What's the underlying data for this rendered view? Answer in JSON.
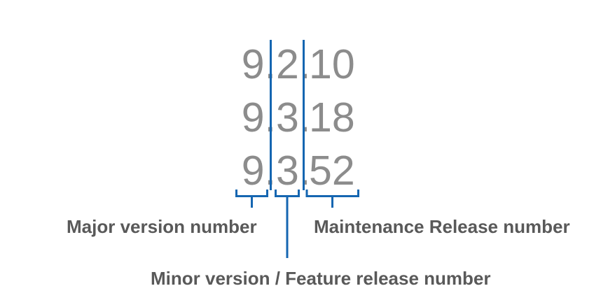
{
  "diagram": {
    "versions": [
      {
        "major": "9",
        "minor": "2",
        "maintenance": "10"
      },
      {
        "major": "9",
        "minor": "3",
        "maintenance": "18"
      },
      {
        "major": "9",
        "minor": "3",
        "maintenance": "52"
      }
    ],
    "separator": ".",
    "labels": {
      "major": "Major version number",
      "minor": "Minor version / Feature release number",
      "maintenance": "Maintenance Release number"
    },
    "colors": {
      "numbers": "#8C8C8C",
      "labels": "#595959",
      "accent": "#1566B1"
    }
  }
}
